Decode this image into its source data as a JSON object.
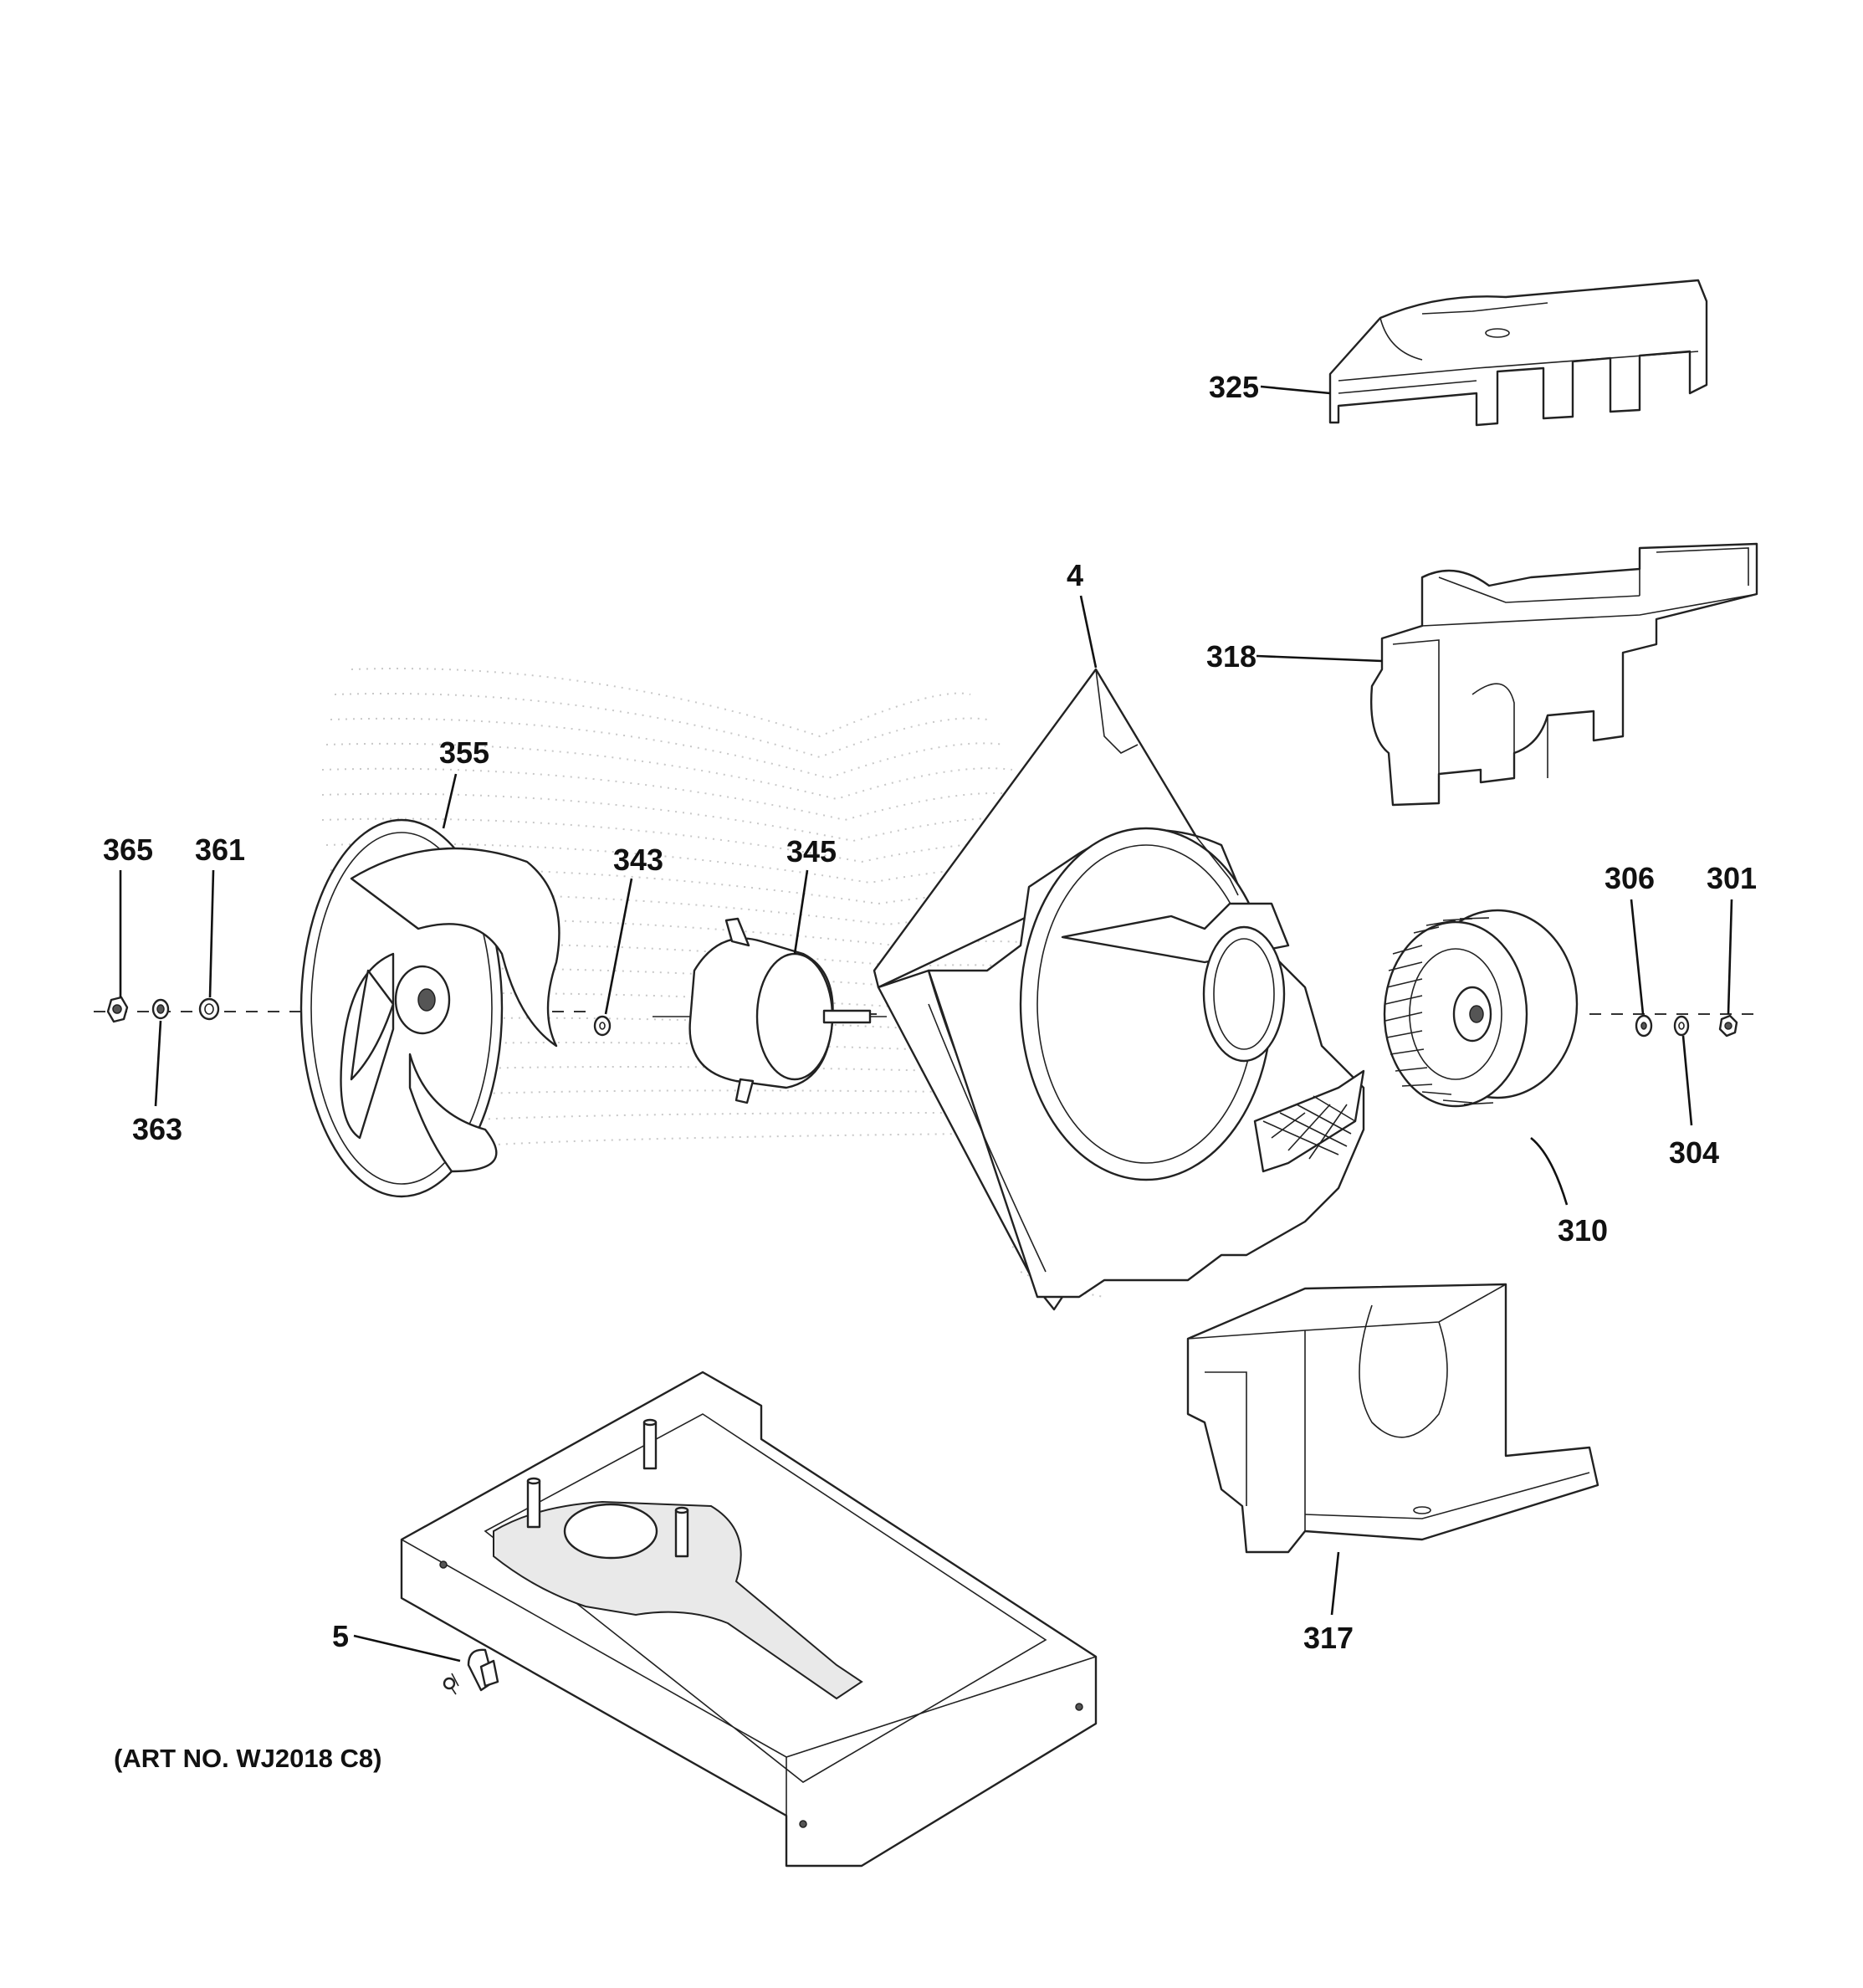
{
  "art_number": "(ART NO. WJ2018 C8)",
  "callouts": [
    {
      "id": "c325",
      "text": "325"
    },
    {
      "id": "c318",
      "text": "318"
    },
    {
      "id": "c4",
      "text": "4"
    },
    {
      "id": "c355",
      "text": "355"
    },
    {
      "id": "c365",
      "text": "365"
    },
    {
      "id": "c361",
      "text": "361"
    },
    {
      "id": "c343",
      "text": "343"
    },
    {
      "id": "c345",
      "text": "345"
    },
    {
      "id": "c363",
      "text": "363"
    },
    {
      "id": "c306",
      "text": "306"
    },
    {
      "id": "c301",
      "text": "301"
    },
    {
      "id": "c304",
      "text": "304"
    },
    {
      "id": "c310",
      "text": "310"
    },
    {
      "id": "c5",
      "text": "5"
    },
    {
      "id": "c317",
      "text": "317"
    }
  ]
}
